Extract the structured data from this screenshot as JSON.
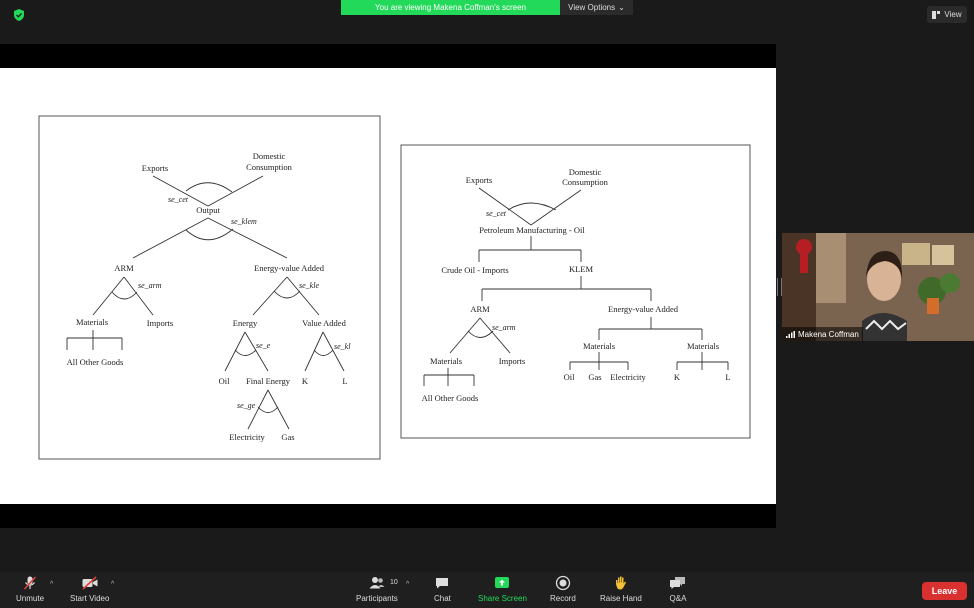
{
  "banner": {
    "text": "You are viewing Makena Coffman's screen",
    "view_options": "View Options"
  },
  "top_right": {
    "view_label": "View"
  },
  "participant": {
    "name": "Makena Coffman"
  },
  "toolbar": {
    "unmute": "Unmute",
    "start_video": "Start Video",
    "participants": "Participants",
    "participant_count": "10",
    "chat": "Chat",
    "share_screen": "Share Screen",
    "record": "Record",
    "raise_hand": "Raise Hand",
    "qa": "Q&A",
    "leave": "Leave"
  },
  "colors": {
    "banner_green": "#23d959",
    "share_green": "#23d959",
    "leave_red": "#d93030"
  },
  "slide": {
    "left_tree": {
      "exports": "Exports",
      "domestic_line1": "Domestic",
      "domestic_line2": "Consumption",
      "se_cet": "se_cet",
      "output": "Output",
      "se_klem": "se_klem",
      "arm": "ARM",
      "se_arm": "se_arm",
      "materials": "Materials",
      "imports": "Imports",
      "all_other_goods": "All Other Goods",
      "energy_value_added": "Energy-value Added",
      "se_kle": "se_kle",
      "energy": "Energy",
      "value_added": "Value Added",
      "se_e": "se_e",
      "se_kl": "se_kl",
      "oil": "Oil",
      "final_energy": "Final Energy",
      "k": "K",
      "l": "L",
      "se_ge": "se_ge",
      "electricity": "Electricity",
      "gas": "Gas"
    },
    "right_tree": {
      "exports": "Exports",
      "domestic_line1": "Domestic",
      "domestic_line2": "Consumption",
      "se_cet": "se_cet",
      "petroleum": "Petroleum Manufacturing - Oil",
      "crude_oil": "Crude Oil - Imports",
      "klem": "KLEM",
      "arm": "ARM",
      "se_arm": "se_arm",
      "materials": "Materials",
      "imports": "Imports",
      "all_other_goods": "All Other Goods",
      "energy_value_added": "Energy-value Added",
      "materials_a": "Materials",
      "materials_b": "Materials",
      "oil": "Oil",
      "gas": "Gas",
      "electricity": "Electricity",
      "k": "K",
      "l": "L"
    }
  }
}
